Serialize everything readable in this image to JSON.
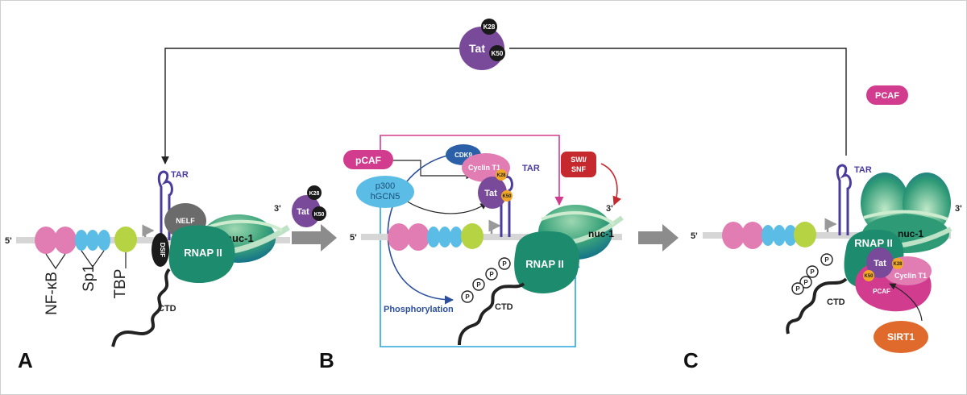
{
  "panels": {
    "a": "A",
    "b": "B",
    "c": "C"
  },
  "tat": {
    "name": "Tat",
    "k28": "K28",
    "k50": "K50"
  },
  "common": {
    "five_prime": "5'",
    "three_prime": "3'",
    "tar": "TAR",
    "nuc1": "nuc-1",
    "rnap": "RNAP II",
    "ctd": "CTD",
    "p": "P"
  },
  "panel_a": {
    "nfkb": "NF-κB",
    "sp1": "Sp1",
    "tbp": "TBP",
    "nelf": "NELF",
    "dsif": "DSIF"
  },
  "panel_b": {
    "pcaf": "pCAF",
    "cdk9": "CDK9",
    "cyclin": "Cyclin T1",
    "p300": "p300",
    "hgcn5": "hGCN5",
    "swi": "SWI/",
    "snf": "SNF",
    "phos": "Phosphorylation"
  },
  "panel_c": {
    "pcaf_top": "PCAF",
    "pcaf": "PCAF",
    "cyclin": "Cyclin T1",
    "sirt1": "SIRT1"
  },
  "colors": {
    "pink": "#e27db4",
    "sp1_blue": "#5bbde6",
    "tbp_green": "#b5d343",
    "purple": "#7a4a9a",
    "dark_green": "#1d8b6d",
    "magenta": "#d23c8f",
    "cyan": "#29a6de",
    "nav_blue": "#2b4f9b",
    "red": "#c5282d",
    "orange": "#e06a2c"
  }
}
